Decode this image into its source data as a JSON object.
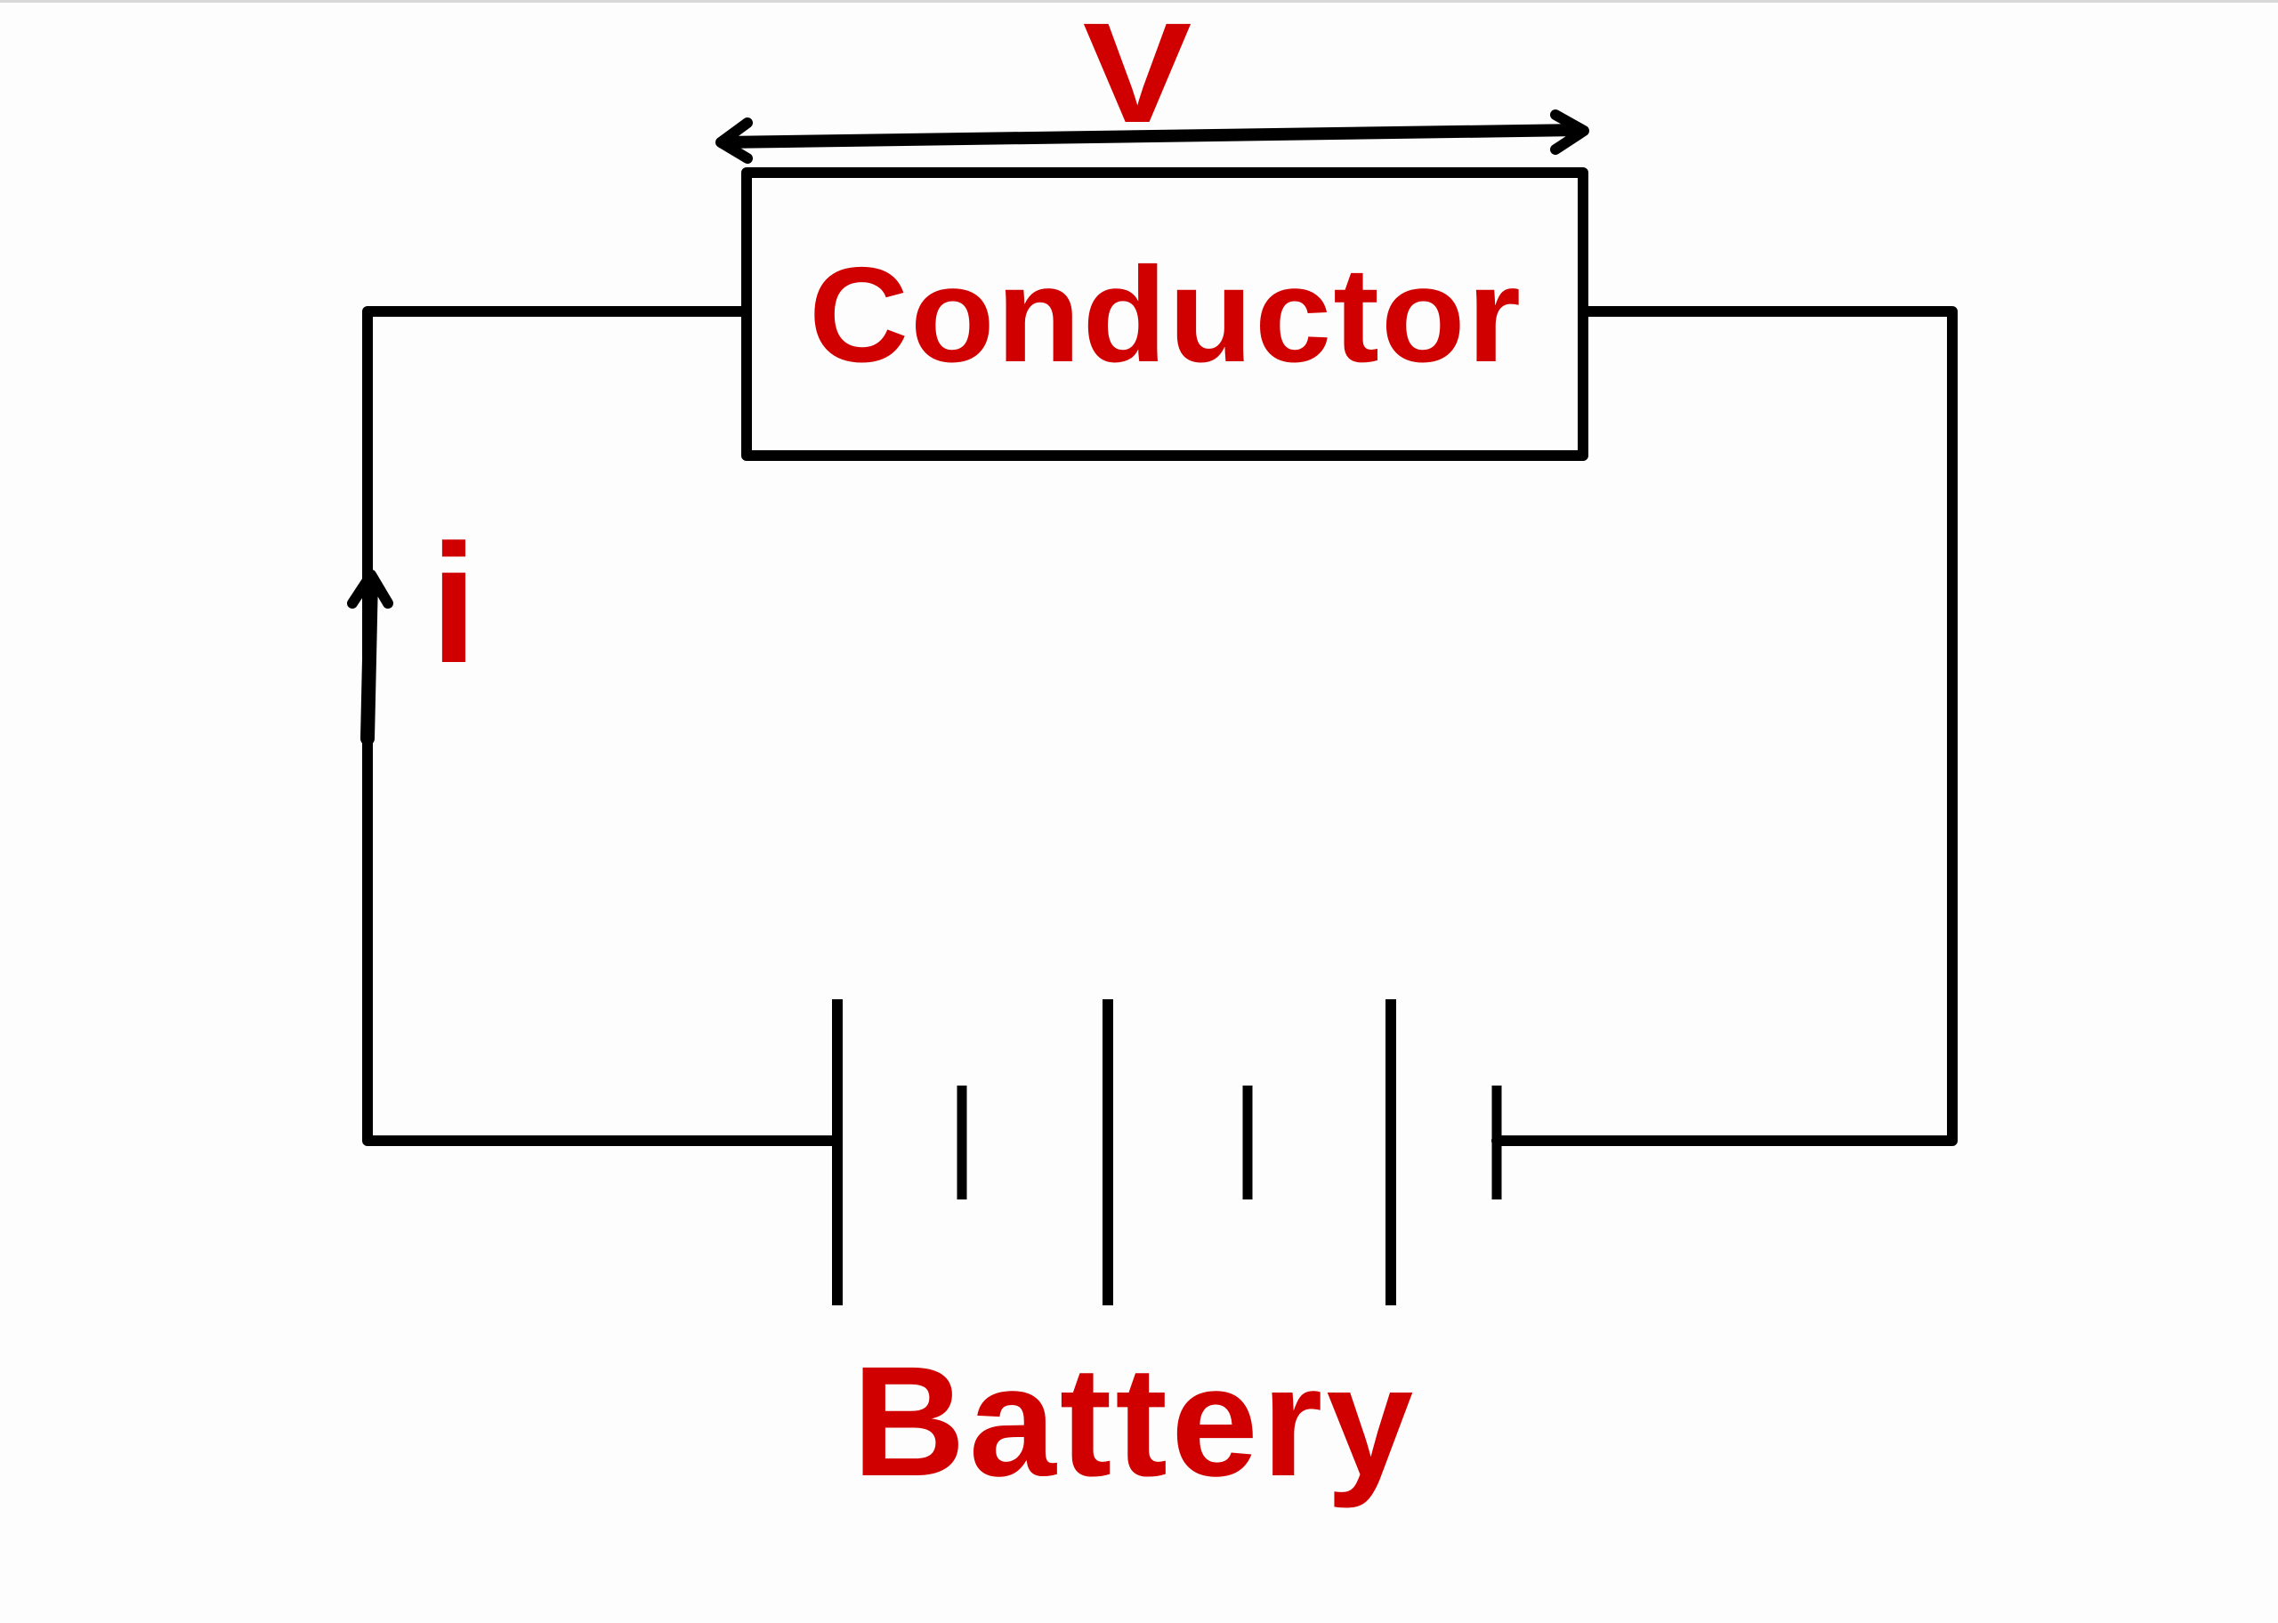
{
  "diagram": {
    "title": "Simple circuit: battery and conductor",
    "labels": {
      "voltage": "V",
      "conductor": "Conductor",
      "current": "i",
      "battery": "Battery"
    },
    "components": [
      {
        "type": "conductor",
        "label": "Conductor"
      },
      {
        "type": "battery",
        "label": "Battery",
        "cells": 3
      },
      {
        "type": "voltage-arrow",
        "label": "V",
        "direction": "double-headed"
      },
      {
        "type": "current-arrow",
        "label": "i",
        "direction": "up"
      }
    ],
    "colors": {
      "label": "#d10000",
      "wire": "#000000",
      "background": "#fdfdfd"
    }
  }
}
